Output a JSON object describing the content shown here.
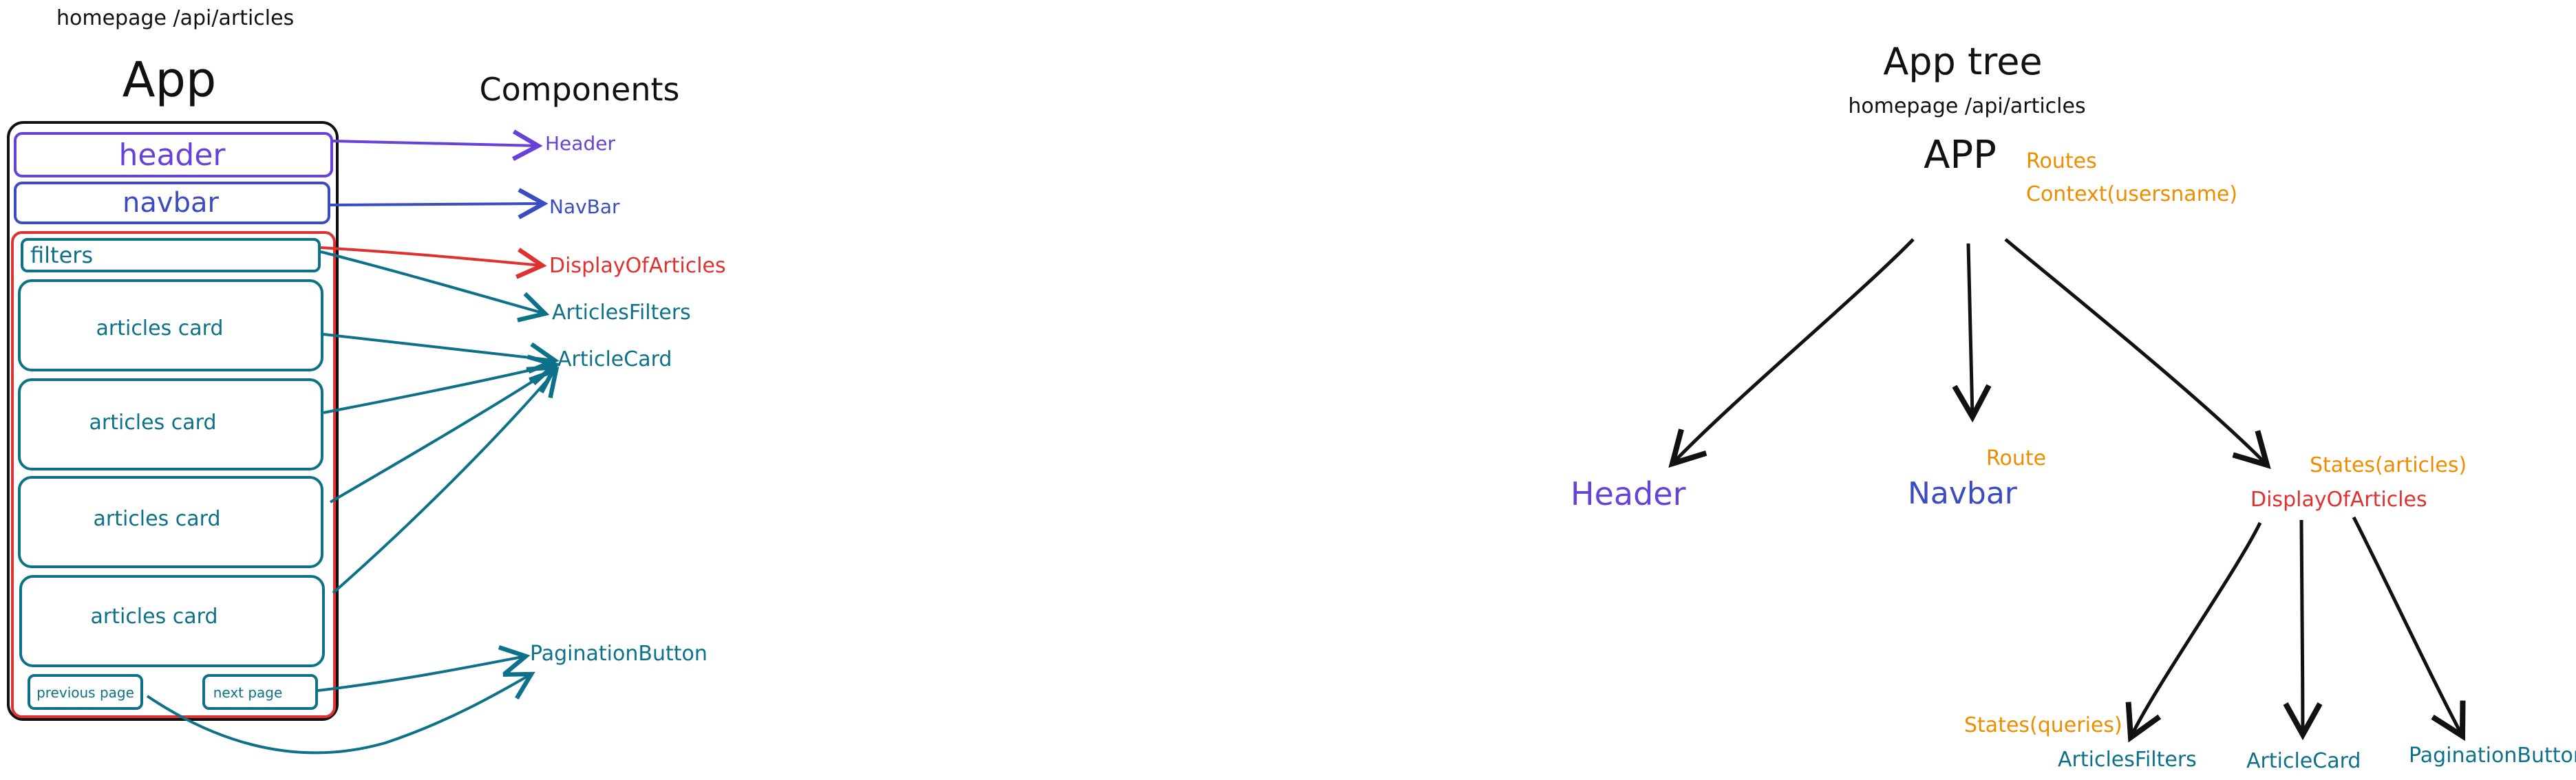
{
  "colors": {
    "black": "#111111",
    "purple": "#6741d9",
    "blue": "#3b4cc0",
    "red": "#e03131",
    "teal": "#0c7189",
    "orange": "#f08c00"
  },
  "left": {
    "route_label": "homepage /api/articles",
    "title": "App",
    "components_title": "Components",
    "boxes": {
      "header": "header",
      "navbar": "navbar",
      "filters": "filters",
      "cards": [
        "articles card",
        "articles card",
        "articles card",
        "articles card"
      ],
      "prev": "previous page",
      "next": "next page"
    },
    "components": {
      "header": "Header",
      "navbar": "NavBar",
      "display": "DisplayOfArticles",
      "filters": "ArticlesFilters",
      "card": "ArticleCard",
      "pagination": "PaginationButton"
    }
  },
  "right": {
    "title": "App tree",
    "route_label": "homepage /api/articles",
    "app": "APP",
    "app_notes": [
      "Routes",
      "Context(usersname)"
    ],
    "header": "Header",
    "navbar": "Navbar",
    "navbar_note": "Route",
    "display": "DisplayOfArticles",
    "display_note": "States(articles)",
    "filters": "ArticlesFilters",
    "filters_note": "States(queries)",
    "card": "ArticleCard",
    "pagination": "PaginationButton"
  }
}
